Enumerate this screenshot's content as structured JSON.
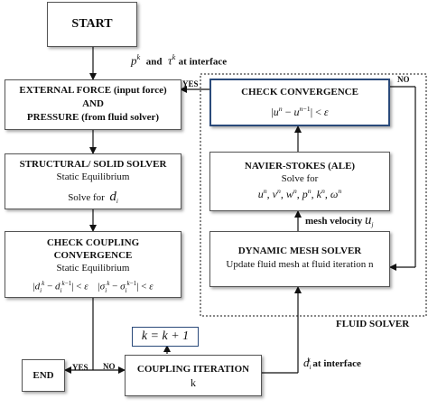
{
  "start": {
    "label": "START"
  },
  "interface_input": {
    "text": "at interface",
    "and": "and"
  },
  "external_force": {
    "line1": "EXTERNAL FORCE (input force)",
    "line2": "AND",
    "line3": "PRESSURE (from fluid solver)"
  },
  "structural": {
    "title": "STRUCTURAL/ SOLID  SOLVER",
    "subtitle": "Static Equilibrium",
    "solve_for": "Solve for"
  },
  "check_coupling": {
    "line1": "CHECK COUPLING",
    "line2": "CONVERGENCE",
    "subtitle": "Static Equilibrium"
  },
  "check_convergence": {
    "title": "CHECK CONVERGENCE"
  },
  "navier": {
    "title": "NAVIER-STOKES (ALE)",
    "solve_for": "Solve for"
  },
  "mesh_velocity": {
    "label": "mesh velocity"
  },
  "dynamic_mesh": {
    "title": "DYNAMIC MESH SOLVER",
    "subtitle": "Update fluid mesh at fluid iteration n"
  },
  "fluid_solver": {
    "label": "FLUID SOLVER"
  },
  "iteration_update": {
    "text": "k = k + 1"
  },
  "coupling_iteration": {
    "title": "COUPLING ITERATION",
    "sub": "k"
  },
  "end": {
    "label": "END"
  },
  "arrows": {
    "yes_top": "YES",
    "no_top": "NO",
    "yes_bottom": "YES",
    "no_bottom": "NO"
  },
  "disp_interface": {
    "text": "at interface"
  }
}
